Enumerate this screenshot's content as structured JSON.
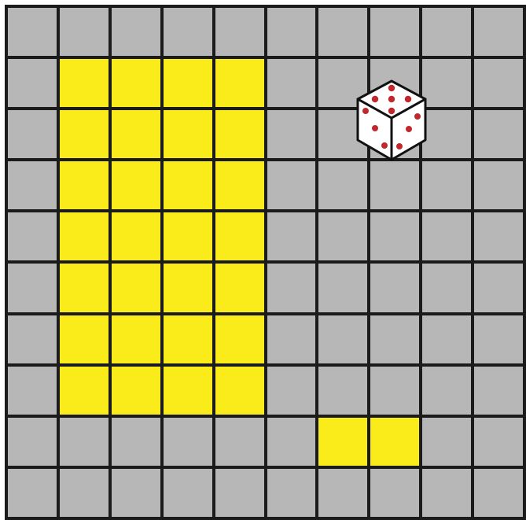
{
  "board": {
    "rows": 10,
    "cols": 10,
    "cell_color": "#b7b7b7",
    "line_color": "#1b1b1b",
    "highlight_color": "#f9ec1a",
    "highlighted_cells": [
      [
        1,
        1
      ],
      [
        1,
        2
      ],
      [
        1,
        3
      ],
      [
        1,
        4
      ],
      [
        2,
        1
      ],
      [
        2,
        2
      ],
      [
        2,
        3
      ],
      [
        2,
        4
      ],
      [
        3,
        1
      ],
      [
        3,
        2
      ],
      [
        3,
        3
      ],
      [
        3,
        4
      ],
      [
        4,
        1
      ],
      [
        4,
        2
      ],
      [
        4,
        3
      ],
      [
        4,
        4
      ],
      [
        5,
        1
      ],
      [
        5,
        2
      ],
      [
        5,
        3
      ],
      [
        5,
        4
      ],
      [
        6,
        1
      ],
      [
        6,
        2
      ],
      [
        6,
        3
      ],
      [
        6,
        4
      ],
      [
        7,
        1
      ],
      [
        7,
        2
      ],
      [
        7,
        3
      ],
      [
        7,
        4
      ],
      [
        8,
        6
      ],
      [
        8,
        7
      ]
    ]
  },
  "die": {
    "top_face": 5,
    "left_face": 3,
    "right_face": 3,
    "pip_color": "#c0282d",
    "face_color": "#ffffff",
    "outline_color": "#111111"
  }
}
